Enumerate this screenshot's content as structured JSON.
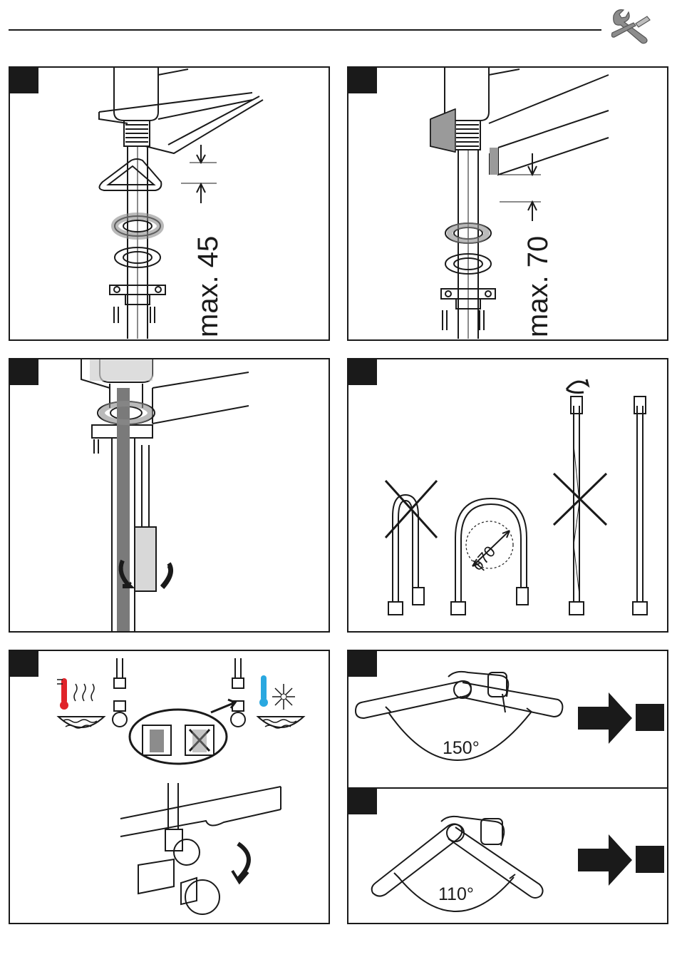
{
  "header": {
    "tools_icon": "wrench-screwdriver-icon"
  },
  "panels": {
    "p1": {
      "dimension_label": "max. 45"
    },
    "p2": {
      "dimension_label": "max. 70"
    },
    "p4": {
      "diameter_label": "70",
      "diameter_symbol": "ϕ"
    },
    "p6": {
      "angle_label": "150°"
    },
    "p7": {
      "angle_label": "110°"
    }
  },
  "colors": {
    "line": "#1a1a1a",
    "hot": "#e0242a",
    "cold": "#2aa8e0",
    "gray": "#8c8c8c"
  }
}
